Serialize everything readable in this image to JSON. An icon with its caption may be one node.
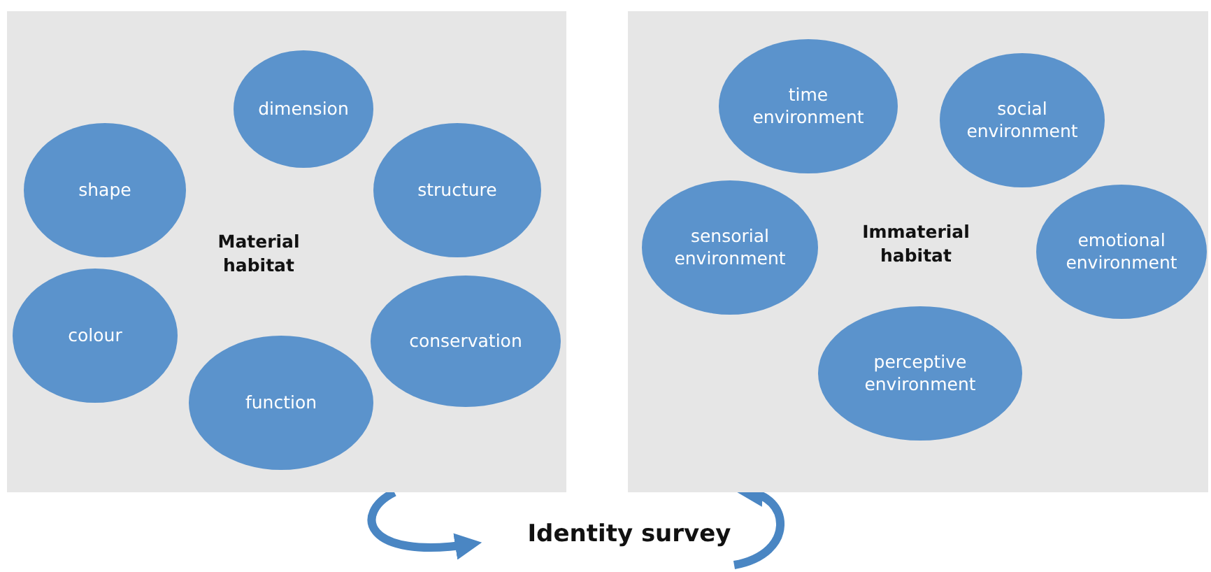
{
  "diagram": {
    "nodes": [
      {
        "text": [
          "Material habitat"
        ]
      },
      {
        "text": [
          "dimension"
        ],
        "in": 0
      },
      {
        "text": [
          "shape"
        ],
        "in": 0
      },
      {
        "text": [
          "structure"
        ],
        "in": 0
      },
      {
        "text": [
          "colour"
        ],
        "in": 0
      },
      {
        "text": [
          "conservation"
        ],
        "in": 0
      },
      {
        "text": [
          "function"
        ],
        "in": 0
      },
      {
        "text": [
          "Immaterial habitat"
        ]
      },
      {
        "text": [
          "time environment"
        ],
        "in": 7
      },
      {
        "text": [
          "social environment"
        ],
        "in": 7
      },
      {
        "text": [
          "sensorial environment"
        ],
        "in": 7
      },
      {
        "text": [
          "emotional environment"
        ],
        "in": 7
      },
      {
        "text": [
          "perceptive environment"
        ],
        "in": 7
      },
      {
        "text": [
          "Identity survey"
        ]
      }
    ],
    "edges": [
      {
        "from": 0,
        "to": 13,
        "arrow": "to"
      },
      {
        "from": 13,
        "to": 7,
        "arrow": "to"
      }
    ]
  }
}
